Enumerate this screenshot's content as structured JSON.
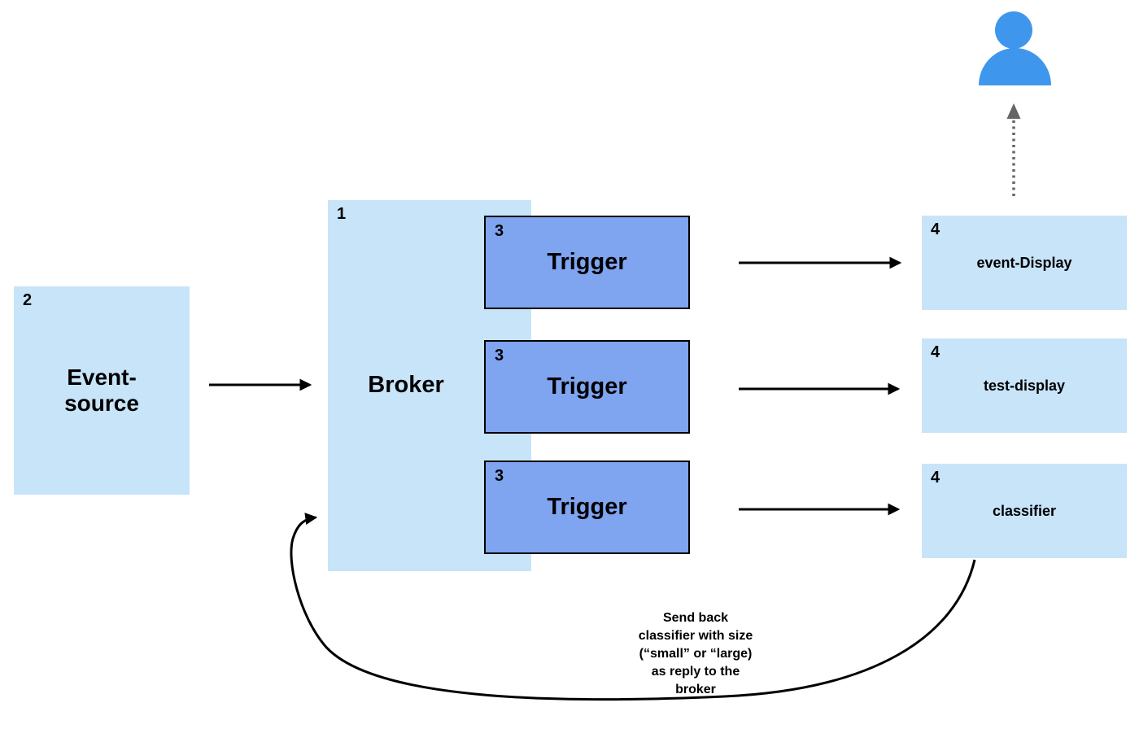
{
  "diagram": {
    "colors": {
      "background": "#ffffff",
      "node_fill_light_blue": "#c8e4f9",
      "trigger_fill_blue": "#7fa4f0",
      "trigger_border": "#000000",
      "user_icon_blue": "#3f97ed",
      "arrow_black": "#000000",
      "dotted_arrow_gray": "#666666",
      "text": "#000000"
    },
    "nodes": {
      "event_source": {
        "number": "2",
        "label": "Event-\nsource"
      },
      "broker": {
        "number": "1",
        "label": "Broker"
      },
      "triggers": [
        {
          "number": "3",
          "label": "Trigger"
        },
        {
          "number": "3",
          "label": "Trigger"
        },
        {
          "number": "3",
          "label": "Trigger"
        }
      ],
      "services": [
        {
          "number": "4",
          "label": "event-Display"
        },
        {
          "number": "4",
          "label": "test-display"
        },
        {
          "number": "4",
          "label": "classifier"
        }
      ]
    },
    "icons": {
      "user": "user-icon"
    },
    "edges": [
      {
        "from": "event-source",
        "to": "broker",
        "style": "solid-arrow"
      },
      {
        "from": "trigger-1",
        "to": "event-Display",
        "style": "solid-arrow"
      },
      {
        "from": "trigger-2",
        "to": "test-display",
        "style": "solid-arrow"
      },
      {
        "from": "trigger-3",
        "to": "classifier",
        "style": "solid-arrow"
      },
      {
        "from": "event-Display",
        "to": "user",
        "style": "dotted-arrow"
      },
      {
        "from": "classifier",
        "to": "broker",
        "style": "curved-arrow"
      }
    ],
    "annotation": {
      "reply_note": "Send back\nclassifier with size\n(“small” or “large)\nas reply to the\nbroker"
    }
  }
}
